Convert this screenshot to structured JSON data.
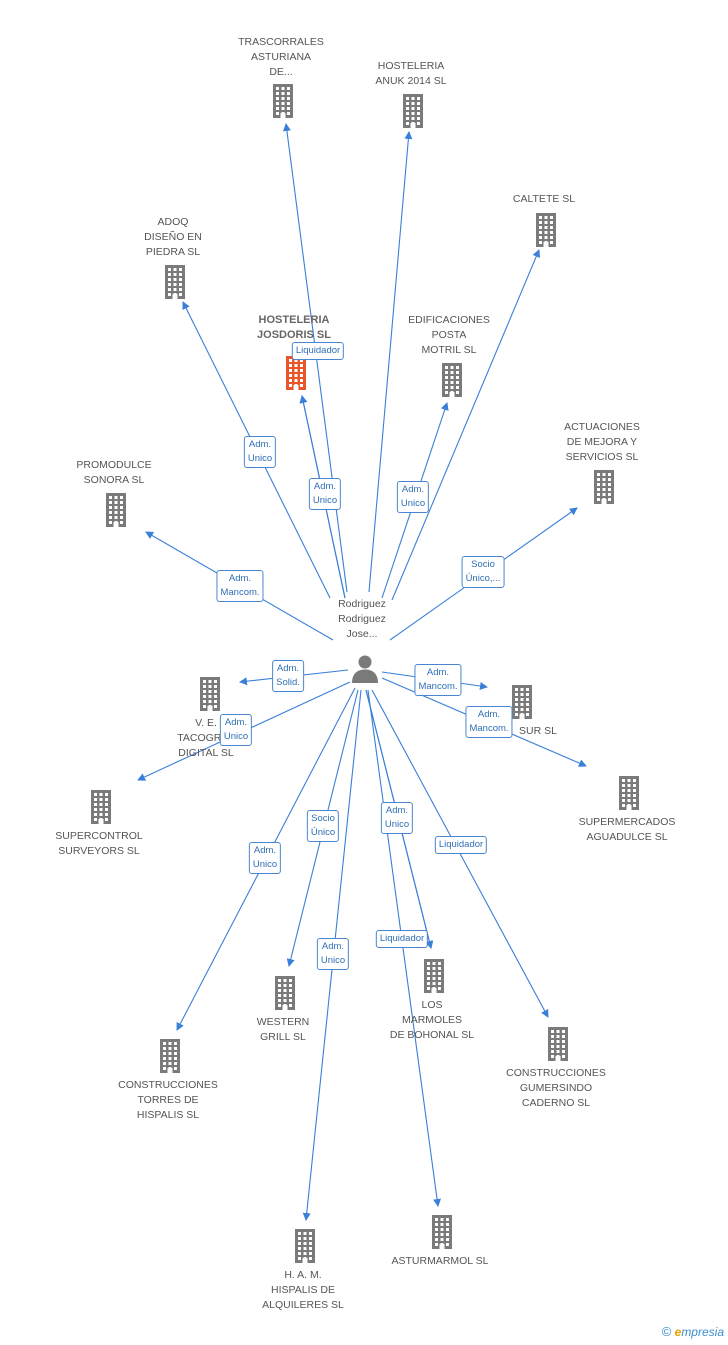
{
  "center": {
    "name": "Rodriguez\nRodriguez\nJose..."
  },
  "colors": {
    "edge": "#3a7fd8",
    "building": "#7a7a7a",
    "highlight": "#e8562a"
  },
  "nodes": [
    {
      "id": "trascorrales",
      "label": "TRASCORRALES\nASTURIANA\nDE..."
    },
    {
      "id": "anuk",
      "label": "HOSTELERIA\nANUK 2014  SL"
    },
    {
      "id": "caltete",
      "label": "CALTETE  SL"
    },
    {
      "id": "adoq",
      "label": "ADOQ\nDISEÑO EN\nPIEDRA SL"
    },
    {
      "id": "josdoris",
      "label": "HOSTELERIA\nJOSDORIS SL",
      "main": true
    },
    {
      "id": "edificaciones",
      "label": "EDIFICACIONES\nPOSTA\nMOTRIL SL"
    },
    {
      "id": "actuaciones",
      "label": "ACTUACIONES\nDE MEJORA Y\nSERVICIOS SL"
    },
    {
      "id": "promodulce",
      "label": "PROMODULCE\nSONORA SL"
    },
    {
      "id": "ve",
      "label": "V. E.\nTACOGRAF\nDIGITAL SL"
    },
    {
      "id": "sur",
      "label": "SUR SL"
    },
    {
      "id": "supercontrol",
      "label": "SUPERCONTROL\nSURVEYORS SL"
    },
    {
      "id": "supermercados",
      "label": "SUPERMERCADOS\nAGUADULCE SL"
    },
    {
      "id": "western",
      "label": "WESTERN\nGRILL  SL"
    },
    {
      "id": "marmoles",
      "label": "LOS\nMARMOLES\nDE BOHONAL SL"
    },
    {
      "id": "torres",
      "label": "CONSTRUCCIONES\nTORRES DE\nHISPALIS SL"
    },
    {
      "id": "gumersindo",
      "label": "CONSTRUCCIONES\nGUMERSINDO\nCADERNO SL"
    },
    {
      "id": "ham",
      "label": "H.  A. M.\nHISPALIS DE\nALQUILERES SL"
    },
    {
      "id": "asturmarmol",
      "label": "ASTURMARMOL SL"
    }
  ],
  "edges": [
    {
      "to": "trascorrales",
      "label": ""
    },
    {
      "to": "anuk",
      "label": "Adm.\nUnico"
    },
    {
      "to": "caltete",
      "label": "Socio\nÚnico,..."
    },
    {
      "to": "adoq",
      "label": "Adm.\nUnico"
    },
    {
      "to": "josdoris",
      "label": "Liquidador"
    },
    {
      "to": "josdoris",
      "label": "Adm.\nUnico"
    },
    {
      "to": "edificaciones",
      "label": "Adm.\nUnico"
    },
    {
      "to": "actuaciones",
      "label": "Socio\nÚnico,..."
    },
    {
      "to": "promodulce",
      "label": "Adm.\nMancom."
    },
    {
      "to": "ve",
      "label": "Adm.\nSolid."
    },
    {
      "to": "supercontrol",
      "label": "Adm.\nUnico"
    },
    {
      "to": "sur",
      "label": "Adm.\nMancom."
    },
    {
      "to": "supermercados",
      "label": "Adm.\nMancom."
    },
    {
      "to": "torres",
      "label": "Adm.\nUnico"
    },
    {
      "to": "western",
      "label": "Socio\nÚnico"
    },
    {
      "to": "ham",
      "label": "Adm.\nUnico"
    },
    {
      "to": "marmoles",
      "label": "Adm.\nUnico"
    },
    {
      "to": "marmoles",
      "label": "Liquidador"
    },
    {
      "to": "asturmarmol",
      "label": ""
    },
    {
      "to": "gumersindo",
      "label": "Liquidador"
    }
  ],
  "brand": {
    "copyright": "©",
    "e": "e",
    "rest": "mpresia"
  }
}
